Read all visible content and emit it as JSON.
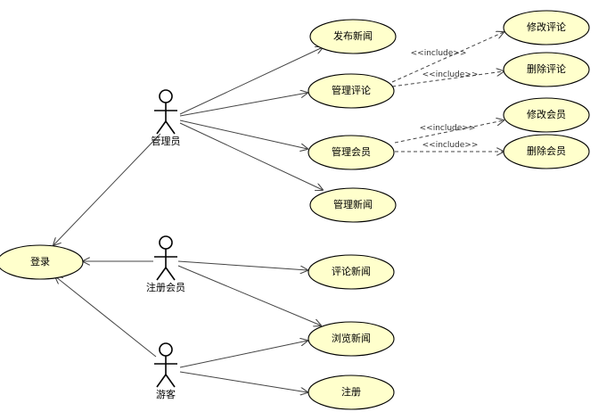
{
  "actors": {
    "admin": "管理员",
    "member": "注册会员",
    "guest": "游客"
  },
  "use_cases": {
    "login": "登录",
    "publish_news": "发布新闻",
    "manage_comments": "管理评论",
    "manage_members": "管理会员",
    "manage_news": "管理新闻",
    "edit_comment": "修改评论",
    "delete_comment": "删除评论",
    "edit_member": "修改会员",
    "delete_member": "删除会员",
    "comment_news": "评论新闻",
    "browse_news": "浏览新闻",
    "register": "注册"
  },
  "stereotypes": {
    "include_edit_comment": "<<include>>",
    "include_delete_comment": "<<include>>",
    "include_edit_member": "<<include>>",
    "include_delete_member": "<<include>>"
  },
  "colors": {
    "use_case_fill": "#ffffcc",
    "line": "#444444"
  }
}
